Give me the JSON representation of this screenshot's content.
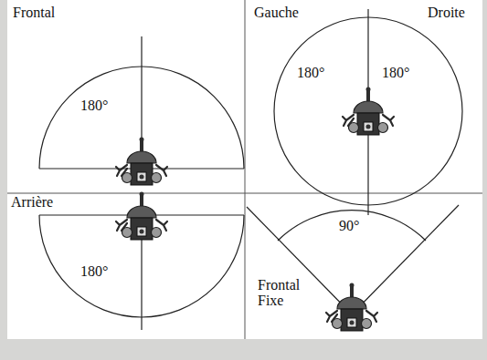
{
  "diagram": {
    "labels": [
      "Frontal",
      "180°",
      "Gauche",
      "Droite",
      "180°",
      "180°",
      "Arrière",
      "180°",
      "90°",
      "Frontal Fixe"
    ]
  }
}
